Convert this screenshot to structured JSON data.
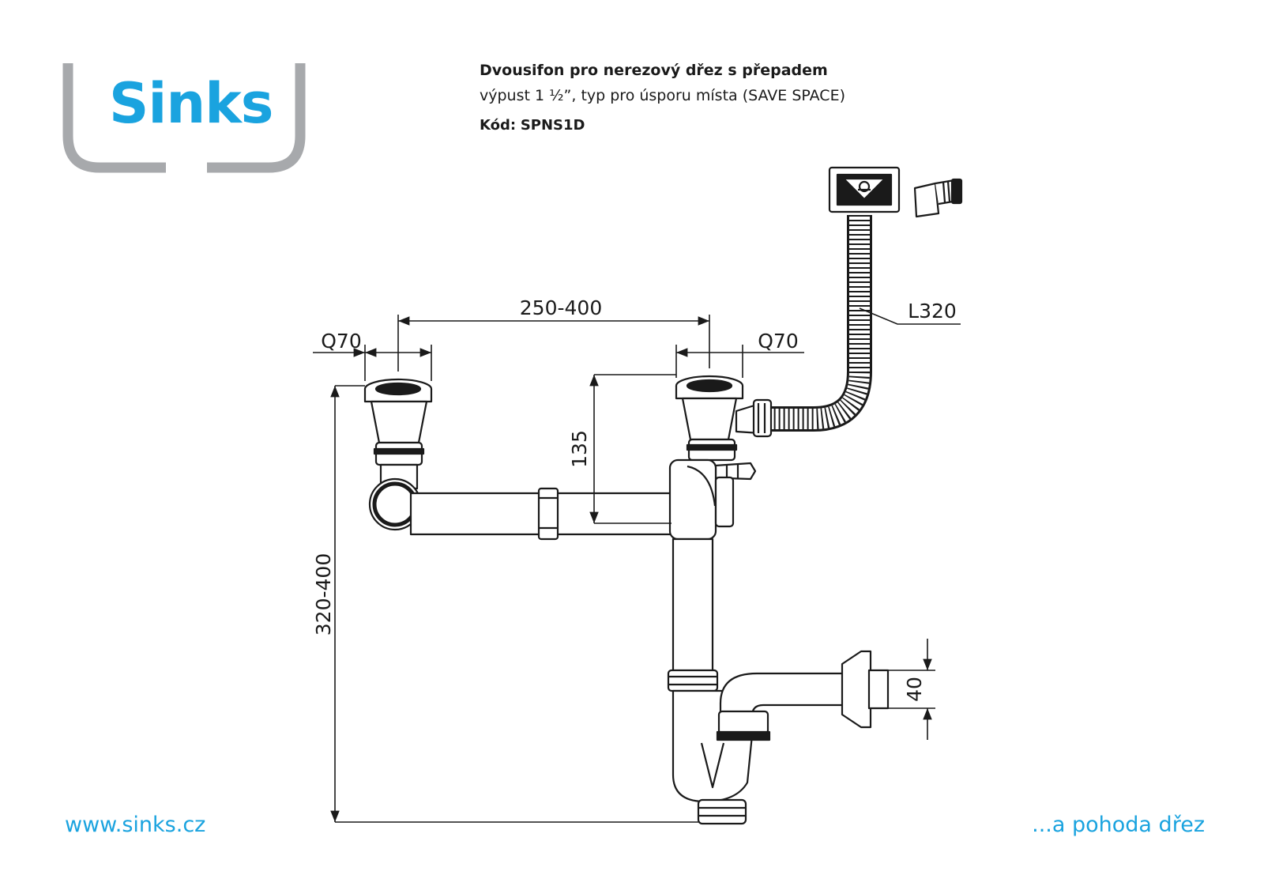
{
  "brand": {
    "logo_text": "Sinks",
    "accent": "#1aa3df",
    "frame_color": "#a7a9ac"
  },
  "product": {
    "title_line1": "Dvousifon pro nerezový dřez s přepadem",
    "title_line2": "výpust 1 ½”, typ pro úsporu místa (SAVE SPACE)",
    "code_label": "Kód:",
    "code_value": "SPNS1D"
  },
  "dimensions": {
    "spacing": "250-400",
    "strainer_left": "Q70",
    "strainer_right": "Q70",
    "overflow_hose": "L320",
    "height_inlet": "135",
    "total_height": "320-400",
    "outlet_diameter": "40"
  },
  "footer": {
    "website": "www.sinks.cz",
    "slogan": "...a pohoda dřez"
  }
}
